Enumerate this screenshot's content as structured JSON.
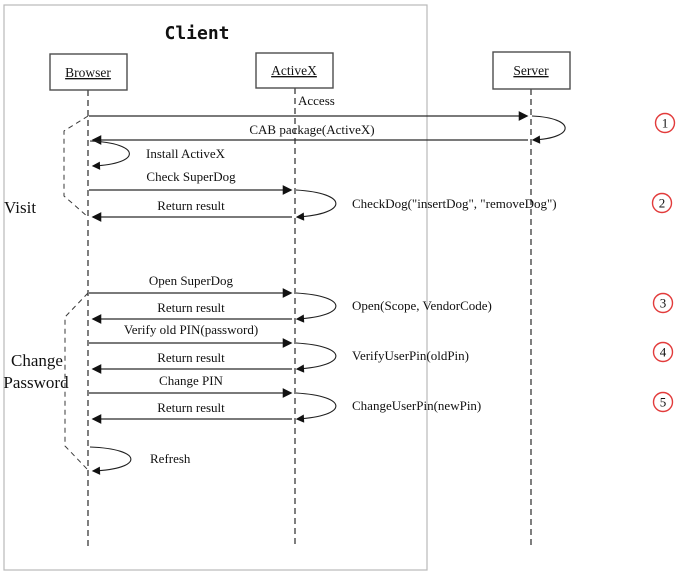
{
  "diagram": {
    "title": "Client",
    "actors": [
      {
        "name": "Browser"
      },
      {
        "name": "ActiveX"
      },
      {
        "name": "Server"
      }
    ],
    "sections": [
      {
        "label": "Visit"
      },
      {
        "line1": "Change",
        "line2": "Password"
      }
    ],
    "messages": {
      "access": "Access",
      "cab_package": "CAB package(ActiveX)",
      "install_activex": "Install ActiveX",
      "check_superdog": "Check SuperDog",
      "return_result_1": "Return result",
      "checkdog_call": "CheckDog(\"insertDog\", \"removeDog\")",
      "open_superdog": "Open SuperDog",
      "return_result_2": "Return result",
      "open_call": "Open(Scope, VendorCode)",
      "verify_old_pin": "Verify old PIN(password)",
      "return_result_3": "Return result",
      "verify_call": "VerifyUserPin(oldPin)",
      "change_pin": "Change PIN",
      "return_result_4": "Return result",
      "change_call": "ChangeUserPin(newPin)",
      "refresh": "Refresh"
    },
    "step_badges": [
      "1",
      "2",
      "3",
      "4",
      "5"
    ],
    "colors": {
      "badge_stroke": "#e23b3b"
    }
  }
}
